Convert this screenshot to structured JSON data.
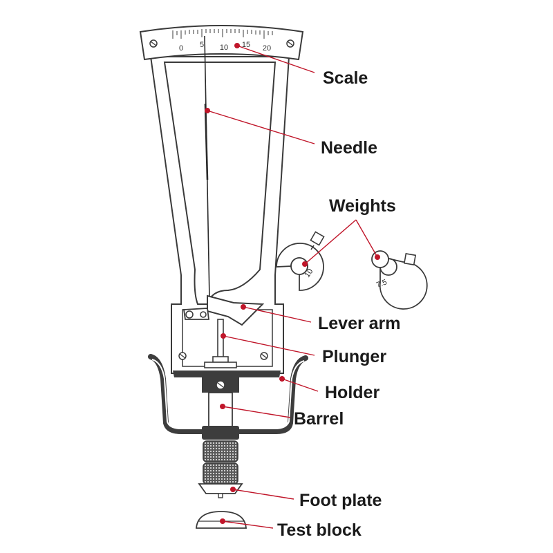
{
  "labels": {
    "scale": "Scale",
    "needle": "Needle",
    "weights": "Weights",
    "lever_arm": "Lever arm",
    "plunger": "Plunger",
    "holder": "Holder",
    "barrel": "Barrel",
    "foot_plate": "Foot plate",
    "test_block": "Test block"
  },
  "scale_numbers": [
    "0",
    "5",
    "10",
    "15",
    "20"
  ],
  "weight_values": [
    "10",
    "7.5"
  ],
  "colors": {
    "leader_line": "#c0162a",
    "outline": "#3a3a3a",
    "dark_part": "#3d3d3d"
  }
}
